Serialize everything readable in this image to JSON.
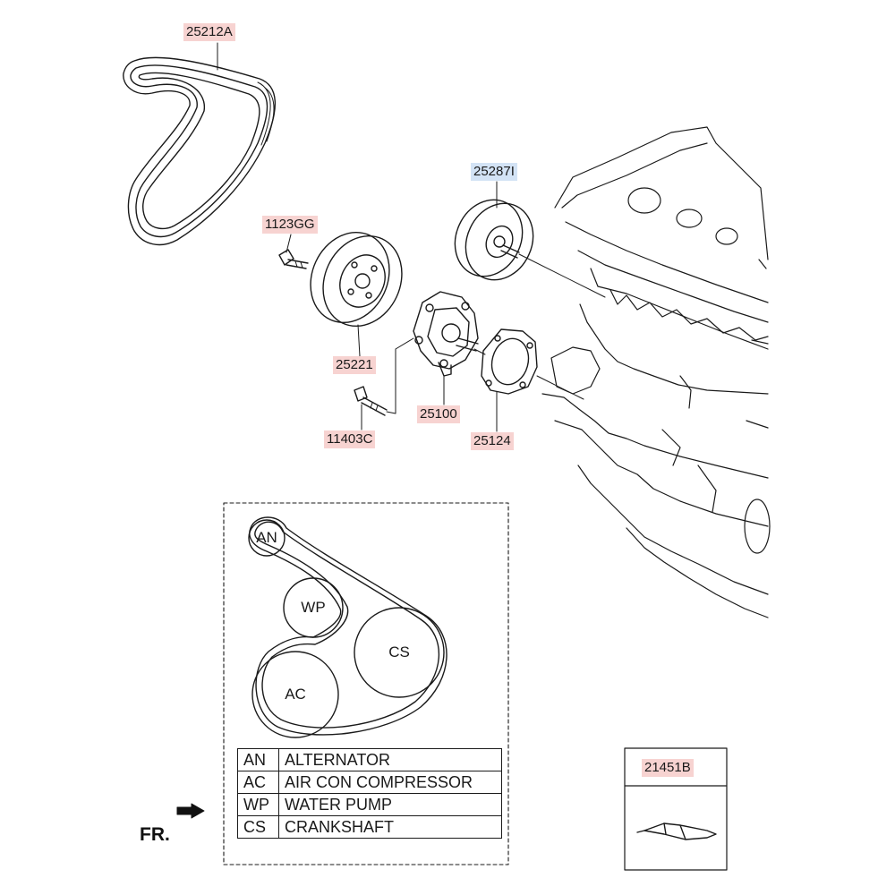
{
  "colors": {
    "label_highlight": "#f7d3d1",
    "label_highlight_alt": "#d3e3f5",
    "line": "#1a1a1a"
  },
  "parts": [
    {
      "id": "p1",
      "number": "25212A",
      "highlight": "label_highlight"
    },
    {
      "id": "p2",
      "number": "1123GG",
      "highlight": "label_highlight"
    },
    {
      "id": "p3",
      "number": "25287I",
      "highlight": "label_highlight_alt"
    },
    {
      "id": "p4",
      "number": "25221",
      "highlight": "label_highlight"
    },
    {
      "id": "p5",
      "number": "25100",
      "highlight": "label_highlight"
    },
    {
      "id": "p6",
      "number": "25124",
      "highlight": "label_highlight"
    },
    {
      "id": "p7",
      "number": "11403C",
      "highlight": "label_highlight"
    },
    {
      "id": "p8",
      "number": "21451B",
      "highlight": "label_highlight"
    }
  ],
  "belt_routing": {
    "pulleys": [
      {
        "code": "AN"
      },
      {
        "code": "WP"
      },
      {
        "code": "CS"
      },
      {
        "code": "AC"
      }
    ],
    "legend": [
      {
        "code": "AN",
        "name": "ALTERNATOR"
      },
      {
        "code": "AC",
        "name": "AIR CON COMPRESSOR"
      },
      {
        "code": "WP",
        "name": "WATER PUMP"
      },
      {
        "code": "CS",
        "name": "CRANKSHAFT"
      }
    ]
  },
  "front_indicator": {
    "label": "FR.",
    "icon": "front-direction-arrow-icon"
  }
}
